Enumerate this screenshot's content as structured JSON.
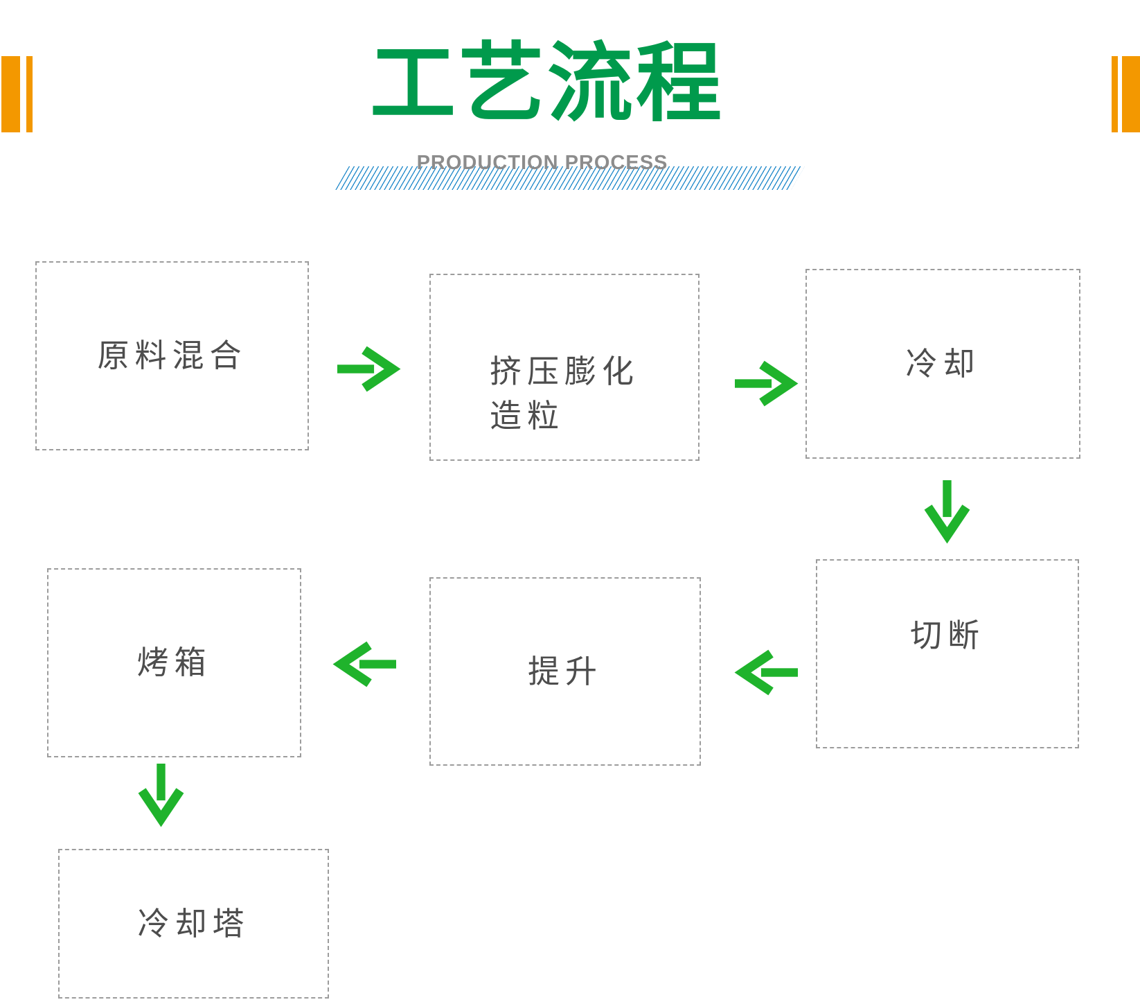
{
  "colors": {
    "title-green": "#009a4c",
    "arrow-green": "#1fb32c",
    "accent-orange": "#f39800",
    "hatch-blue": "#1c87c9",
    "box-border-gray": "#9c9c9c",
    "box-text-gray": "#4d4d4d",
    "subtitle-gray": "#8c8c8c"
  },
  "header": {
    "title": "工艺流程",
    "subtitle": "PRODUCTION PROCESS"
  },
  "flow": {
    "steps": [
      {
        "order": 1,
        "label": "原料混合"
      },
      {
        "order": 2,
        "label": "挤压膨化\n造粒"
      },
      {
        "order": 3,
        "label": "冷却"
      },
      {
        "order": 4,
        "label": "切断"
      },
      {
        "order": 5,
        "label": "提升"
      },
      {
        "order": 6,
        "label": "烤箱"
      },
      {
        "order": 7,
        "label": "冷却塔"
      }
    ],
    "connections": [
      {
        "from": "原料混合",
        "to": "挤压膨化造粒",
        "direction": "right"
      },
      {
        "from": "挤压膨化造粒",
        "to": "冷却",
        "direction": "right"
      },
      {
        "from": "冷却",
        "to": "切断",
        "direction": "down"
      },
      {
        "from": "切断",
        "to": "提升",
        "direction": "left"
      },
      {
        "from": "提升",
        "to": "烤箱",
        "direction": "left"
      },
      {
        "from": "烤箱",
        "to": "冷却塔",
        "direction": "down"
      }
    ]
  }
}
